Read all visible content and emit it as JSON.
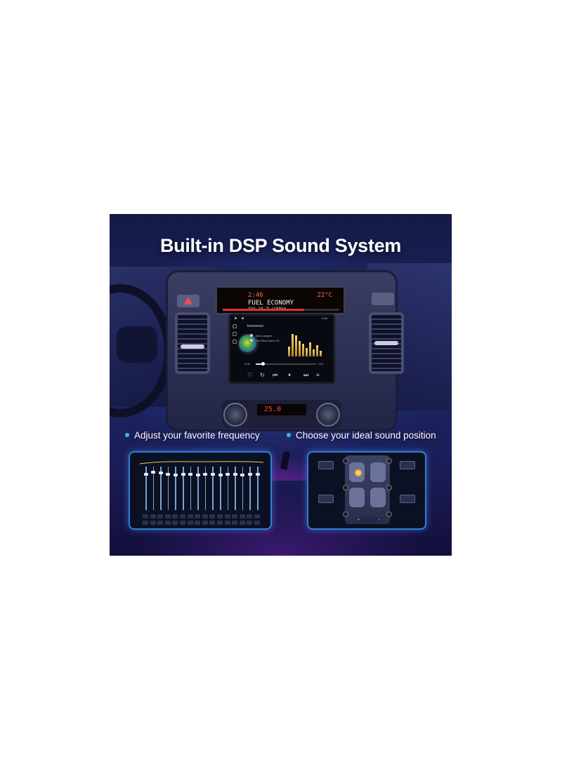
{
  "poster": {
    "headline": "Built-in DSP Sound System",
    "features": [
      {
        "label": "Adjust your favorite frequency"
      },
      {
        "label": "Choose your ideal sound position"
      }
    ]
  },
  "info_display": {
    "time": "2:46",
    "temp": "22°C",
    "line1": "FUEL ECONOMY",
    "line2": "AVG 24.7L/100km"
  },
  "head_unit": {
    "song_title": "Innocence",
    "artist": "Avril Lavigne",
    "album": "The Best Damn Th...",
    "clock": "6:56",
    "time_current": "0:36",
    "time_total": "3:54",
    "progress": 0.12,
    "eq_levels": [
      0.35,
      0.8,
      0.75,
      0.55,
      0.45,
      0.3,
      0.5,
      0.25,
      0.4,
      0.2
    ]
  },
  "climate": {
    "temp": "25.0"
  },
  "equalizer_panel": {
    "slider_levels": [
      0.85,
      0.9,
      0.88,
      0.86,
      0.84,
      0.86,
      0.85,
      0.84,
      0.86,
      0.85,
      0.84,
      0.86,
      0.85,
      0.84,
      0.86,
      0.85
    ]
  },
  "icons": {
    "feature_bullet": "dot-icon",
    "hazard": "hazard-triangle-icon"
  },
  "colors": {
    "accent_blue": "#39b6f2",
    "panel_glow": "#2f7fd6",
    "display_red": "#ff4a3a"
  }
}
